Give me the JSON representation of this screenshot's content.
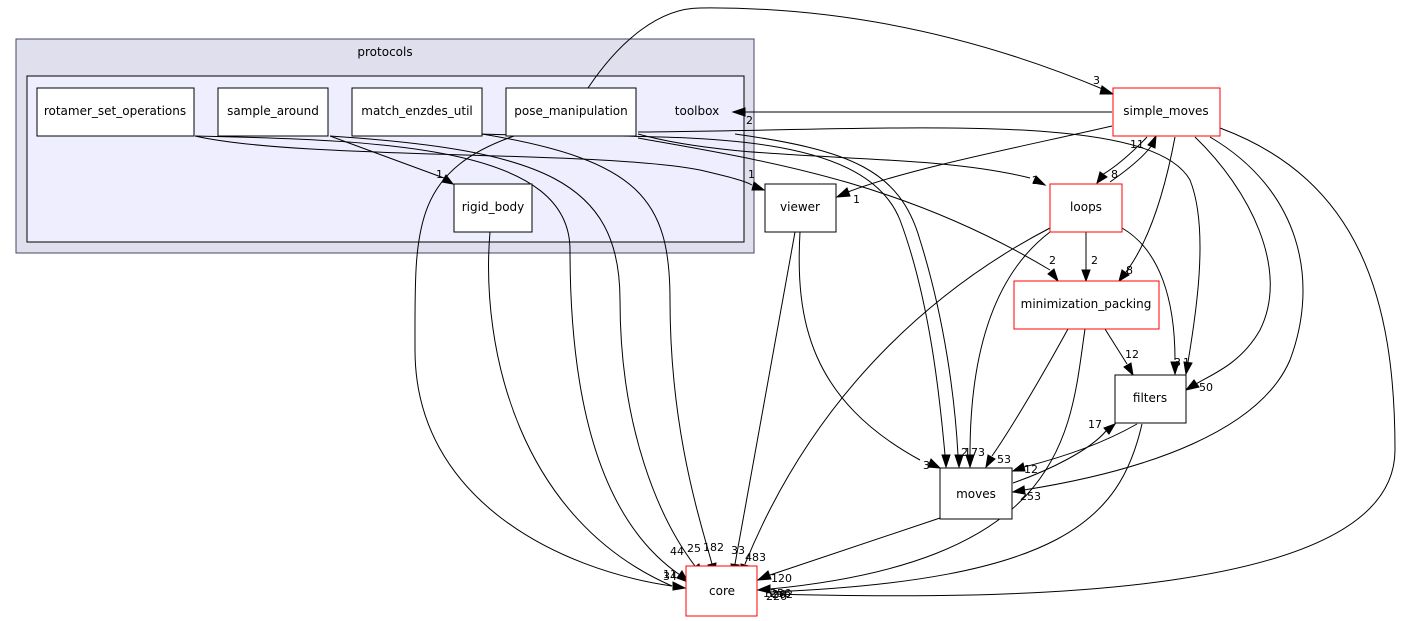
{
  "clusters": {
    "outer": {
      "label": "protocols",
      "fill": "#dfdfee",
      "stroke": "#444466"
    },
    "inner": {
      "label": "toolbox",
      "fill": "#eeeeff",
      "stroke": "#000000"
    }
  },
  "nodes": {
    "rotamer_set_operations": {
      "label": "rotamer_set_operations",
      "border": "#000000"
    },
    "sample_around": {
      "label": "sample_around",
      "border": "#000000"
    },
    "match_enzdes_util": {
      "label": "match_enzdes_util",
      "border": "#000000"
    },
    "pose_manipulation": {
      "label": "pose_manipulation",
      "border": "#000000"
    },
    "rigid_body": {
      "label": "rigid_body",
      "border": "#000000"
    },
    "viewer": {
      "label": "viewer",
      "border": "#000000"
    },
    "simple_moves": {
      "label": "simple_moves",
      "border": "#ff0000"
    },
    "loops": {
      "label": "loops",
      "border": "#ff0000"
    },
    "minimization_packing": {
      "label": "minimization_packing",
      "border": "#ff0000"
    },
    "filters": {
      "label": "filters",
      "border": "#000000"
    },
    "moves": {
      "label": "moves",
      "border": "#000000"
    },
    "core": {
      "label": "core",
      "border": "#ff0000"
    }
  },
  "edge_labels": {
    "simple_moves_toolbox": "2",
    "pose_manip_simple_moves": "3",
    "simple_moves_loops": "8",
    "loops_simple_moves": "11",
    "simple_moves_viewer": "1",
    "toolbox_viewer": "1",
    "sample_around_rigid_body": "1",
    "toolbox_loops": "2",
    "toolbox_minimization": "2",
    "loops_minimization": "2",
    "simple_moves_minimization": "8",
    "minimization_filters": "12",
    "loops_filters": "3",
    "toolbox_filters": "1",
    "simple_moves_filters": "50",
    "filters_moves": "12",
    "moves_filters": "17",
    "minimization_moves": "53",
    "simple_moves_moves": "253",
    "toolbox_moves_a": "2",
    "toolbox_moves_b": "173",
    "viewer_moves": "3",
    "moves_core": "120",
    "rotamer_core": "44",
    "sample_around_core": "25",
    "match_core": "182",
    "viewer_core": "33",
    "loops_core": "483",
    "pose_core": "11",
    "rigid_core": "34",
    "minimization_core": "1256",
    "filters_core": "226",
    "simple_moves_core": "262"
  }
}
